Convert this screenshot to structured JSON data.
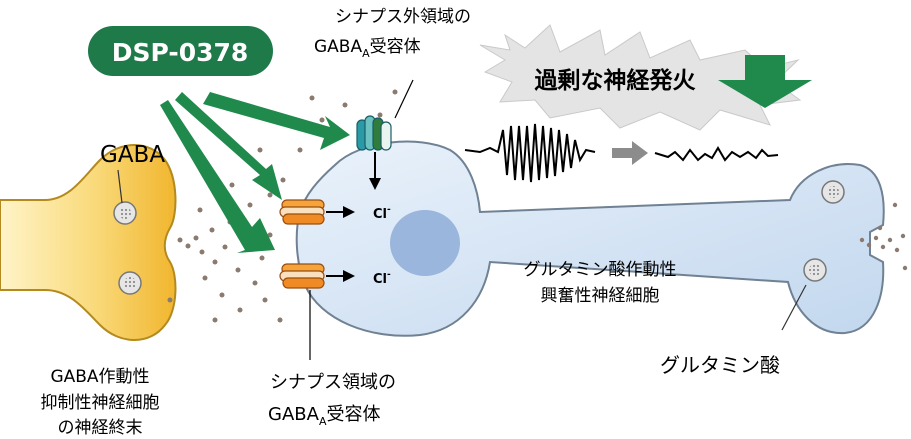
{
  "drug": {
    "label": "DSP-0378"
  },
  "labels": {
    "gaba": "GABA",
    "extrasynaptic_receptor_line1": "シナプス外領域の",
    "extrasynaptic_receptor_line2_main": "GABA",
    "extrasynaptic_receptor_line2_sub": "A",
    "extrasynaptic_receptor_line2_tail": "受容体",
    "synaptic_receptor_line1": "シナプス領域の",
    "synaptic_receptor_line2_main": "GABA",
    "synaptic_receptor_line2_sub": "A",
    "synaptic_receptor_line2_tail": "受容体",
    "excessive_firing": "過剰な神経発火",
    "chloride": "Cl",
    "chloride_charge": "-",
    "excitatory_neuron_line1": "グルタミン酸作動性",
    "excitatory_neuron_line2": "興奮性神経細胞",
    "glutamate": "グルタミン酸",
    "inhibitory_terminal_line1": "GABA作動性",
    "inhibitory_terminal_line2": "抑制性神経細胞",
    "inhibitory_terminal_line3": "の神経終末"
  },
  "colors": {
    "drug_badge": "#1f7a4a",
    "green_arrow": "#1f8a4c",
    "neuron_fill": "#cfe0f2",
    "nucleus": "#9ab6dd",
    "terminal_fill": "#f6c64a",
    "receptor_orange": "#f08a24",
    "receptor_teal": "#2a9aa6",
    "vesicle": "#d8d8d8",
    "dots": "#8a7a70"
  }
}
